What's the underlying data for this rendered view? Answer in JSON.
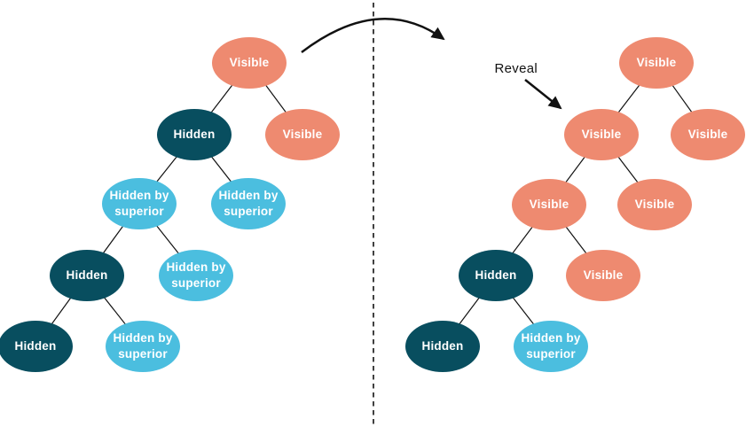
{
  "diagram": {
    "reveal_label": "Reveal",
    "colors": {
      "visible_fill": "#EE8A70",
      "hidden_fill": "#084E5F",
      "hidden_by_superior_fill": "#4BBEDF",
      "node_text": "#FFFFFF",
      "line": "#111111",
      "background": "#FFFFFF"
    },
    "left_tree": {
      "nodes": [
        {
          "label": "Visible",
          "state": "visible"
        },
        {
          "label": "Hidden",
          "state": "hidden"
        },
        {
          "label": "Visible",
          "state": "visible"
        },
        {
          "label": "Hidden by superior",
          "state": "hidden-by-superior"
        },
        {
          "label": "Hidden by superior",
          "state": "hidden-by-superior"
        },
        {
          "label": "Hidden",
          "state": "hidden"
        },
        {
          "label": "Hidden by superior",
          "state": "hidden-by-superior"
        },
        {
          "label": "Hidden",
          "state": "hidden"
        },
        {
          "label": "Hidden by superior",
          "state": "hidden-by-superior"
        }
      ]
    },
    "right_tree": {
      "nodes": [
        {
          "label": "Visible",
          "state": "visible"
        },
        {
          "label": "Visible",
          "state": "visible"
        },
        {
          "label": "Visible",
          "state": "visible"
        },
        {
          "label": "Visible",
          "state": "visible"
        },
        {
          "label": "Visible",
          "state": "visible"
        },
        {
          "label": "Hidden",
          "state": "hidden"
        },
        {
          "label": "Visible",
          "state": "visible"
        },
        {
          "label": "Hidden",
          "state": "hidden"
        },
        {
          "label": "Hidden by superior",
          "state": "hidden-by-superior"
        }
      ]
    }
  }
}
